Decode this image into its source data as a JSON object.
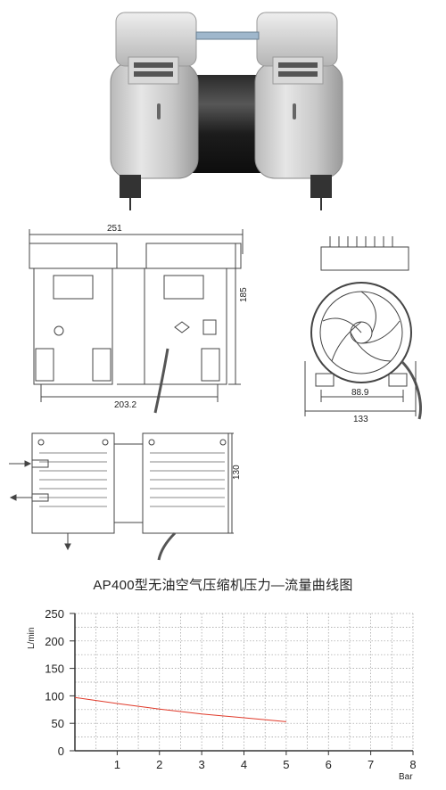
{
  "drawing": {
    "front_view": {
      "width_dim": "251",
      "height_dim": "185",
      "mount_dim": "203.2"
    },
    "side_view": {
      "mount_dim": "88.9",
      "width_dim": "133"
    },
    "top_view": {
      "depth_dim": "130"
    }
  },
  "chart": {
    "title": "AP400型无油空气压缩机压力—流量曲线图",
    "y_unit": "L/min",
    "x_unit": "Bar"
  },
  "chart_data": {
    "type": "line",
    "title": "AP400型无油空气压缩机压力—流量曲线图",
    "xlabel": "Bar",
    "ylabel": "L/min",
    "xlim": [
      0,
      8
    ],
    "ylim": [
      0,
      250
    ],
    "x_ticks": [
      1,
      2,
      3,
      4,
      5,
      6,
      7,
      8
    ],
    "y_ticks": [
      0,
      50,
      100,
      150,
      200,
      250
    ],
    "grid": true,
    "series": [
      {
        "color": "#e03a2a",
        "x": [
          0,
          1,
          2,
          3,
          4,
          5
        ],
        "y": [
          97,
          86,
          76,
          67,
          60,
          53
        ]
      }
    ]
  }
}
